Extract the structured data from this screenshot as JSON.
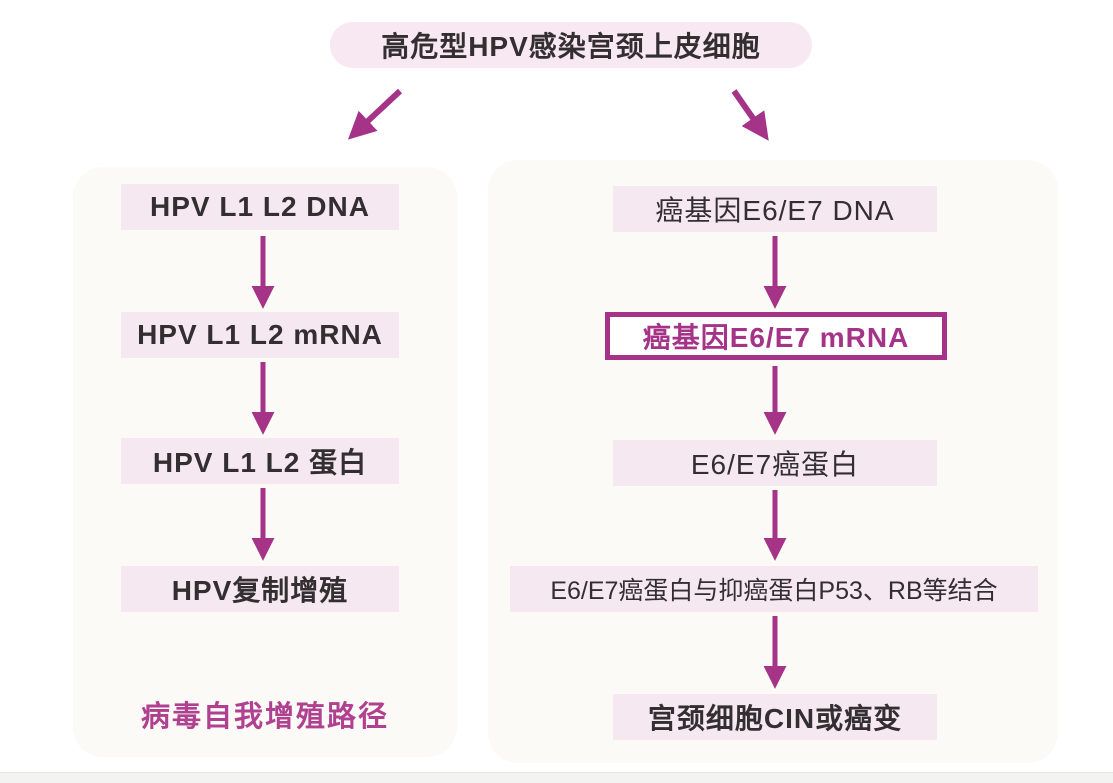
{
  "header": {
    "title": "高危型HPV感染宫颈上皮细胞"
  },
  "left_panel": {
    "name": "viral-self-replication-pathway",
    "steps": [
      "HPV L1 L2 DNA",
      "HPV L1 L2 mRNA",
      "HPV L1 L2 蛋白",
      "HPV复制增殖"
    ],
    "caption": "病毒自我增殖路径"
  },
  "right_panel": {
    "name": "oncogene-pathway",
    "steps": [
      "癌基因E6/E7 DNA",
      "癌基因E6/E7 mRNA",
      "E6/E7癌蛋白",
      "E6/E7癌蛋白与抑癌蛋白P53、RB等结合",
      "宫颈细胞CIN或癌变"
    ],
    "highlighted_step": "癌基因E6/E7 mRNA"
  },
  "icons": {
    "arrow_style": "magenta solid arrow with triangular head"
  },
  "colors": {
    "accent": "#a53388",
    "caption": "#b04190",
    "box_bg": "#f6e8f0",
    "pill_bg": "#f8e8f1",
    "panel_bg": "#fcfaf7",
    "text_dark": "#332f31",
    "footer_bg": "#f3f3f2",
    "footer_line": "#e7e7e7",
    "page_bg": "#ffffff"
  }
}
